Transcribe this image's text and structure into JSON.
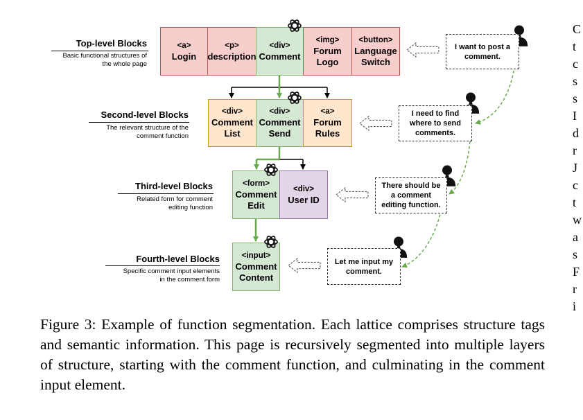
{
  "levels": [
    {
      "title": "Top-level Blocks",
      "desc": [
        "Basic functional structures of",
        "the whole page"
      ]
    },
    {
      "title": "Second-level Blocks",
      "desc": [
        "The relevant structure of the",
        "comment function"
      ]
    },
    {
      "title": "Third-level Blocks",
      "desc": [
        "Related form for comment",
        "editing function"
      ]
    },
    {
      "title": "Fourth-level Blocks",
      "desc": [
        "Specific comment input elements",
        "in the comment form"
      ]
    }
  ],
  "blocks": {
    "top": [
      {
        "tag": "<a>",
        "label": [
          "Login"
        ]
      },
      {
        "tag": "<p>",
        "label": [
          "description"
        ]
      },
      {
        "tag": "<div>",
        "label": [
          "Comment"
        ]
      },
      {
        "tag": "<img>",
        "label": [
          "Forum",
          "Logo"
        ]
      },
      {
        "tag": "<button>",
        "label": [
          "Language",
          "Switch"
        ]
      }
    ],
    "second": [
      {
        "tag": "<div>",
        "label": [
          "Comment",
          "List"
        ]
      },
      {
        "tag": "<div>",
        "label": [
          "Comment",
          "Send"
        ]
      },
      {
        "tag": "<a>",
        "label": [
          "Forum",
          "Rules"
        ]
      }
    ],
    "third": [
      {
        "tag": "<form>",
        "label": [
          "Comment",
          "Edit"
        ]
      },
      {
        "tag": "<div>",
        "label": [
          "User ID"
        ]
      }
    ],
    "fourth": [
      {
        "tag": "<input>",
        "label": [
          "Comment",
          "Content"
        ]
      }
    ]
  },
  "user_thoughts": [
    [
      "I want to post a",
      "comment."
    ],
    [
      "I need to find",
      "where to send",
      "comments."
    ],
    [
      "There should be",
      "a comment",
      "editing function."
    ],
    [
      "Let me input my",
      "comment."
    ]
  ],
  "icons": {
    "user": "user-icon",
    "ai": "openai-logo-icon",
    "arrow": "hollow-dashed-arrow-icon"
  },
  "colors": {
    "top_fill": "#f8cecc",
    "top_border": "#b85450",
    "second_fill": "#ffe6cc",
    "second_border": "#d79b00",
    "selected_fill": "#d5e8d4",
    "selected_border": "#82b366",
    "third_other_fill": "#e1d5e7",
    "third_other_border": "#9673a6"
  },
  "caption": "Figure 3: Example of function segmentation. Each lattice comprises structure tags and semantic information. This page is recursively segmented into multiple layers of structure, starting with the comment function, and culminating in the comment input element.",
  "right_edge_text": "C t c s s I d r J c t w a s F r i"
}
